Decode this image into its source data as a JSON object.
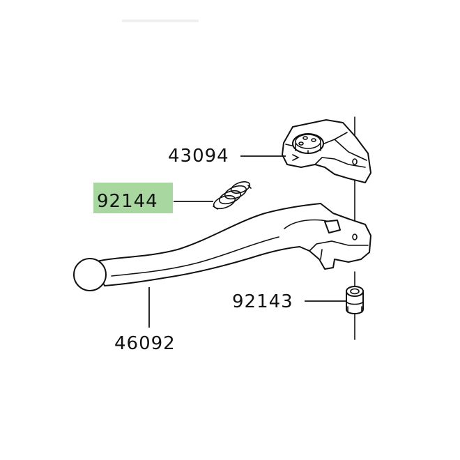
{
  "parts": [
    {
      "id": "43094",
      "label": "43094",
      "highlighted": false
    },
    {
      "id": "92144",
      "label": "92144",
      "highlighted": true
    },
    {
      "id": "92143",
      "label": "92143",
      "highlighted": false
    },
    {
      "id": "46092",
      "label": "46092",
      "highlighted": false
    }
  ],
  "colors": {
    "highlight": "#a8d8a0",
    "line": "#111111",
    "background": "#ffffff"
  }
}
